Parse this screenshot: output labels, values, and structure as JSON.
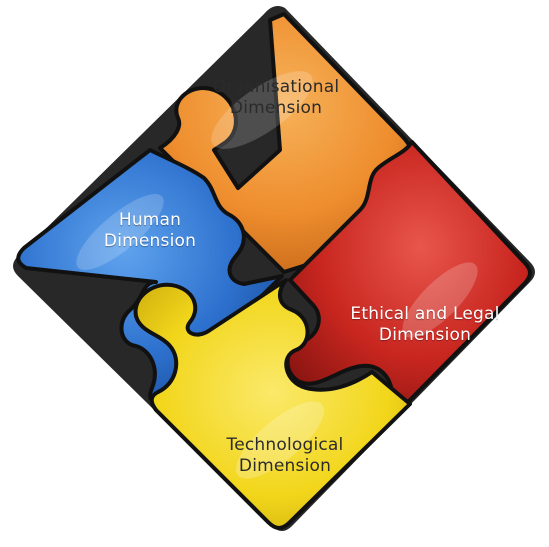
{
  "pieces": {
    "organisational": {
      "line1": "Organisational",
      "line2": "Dimension",
      "color": "#ee8e2e"
    },
    "human": {
      "line1": "Human",
      "line2": "Dimension",
      "color": "#2e72cf"
    },
    "ethical": {
      "line1": "Ethical and Legal",
      "line2": "Dimension",
      "color": "#c8261f"
    },
    "technological": {
      "line1": "Technological",
      "line2": "Dimension",
      "color": "#f2d61b"
    }
  },
  "outline_color": "#111111"
}
